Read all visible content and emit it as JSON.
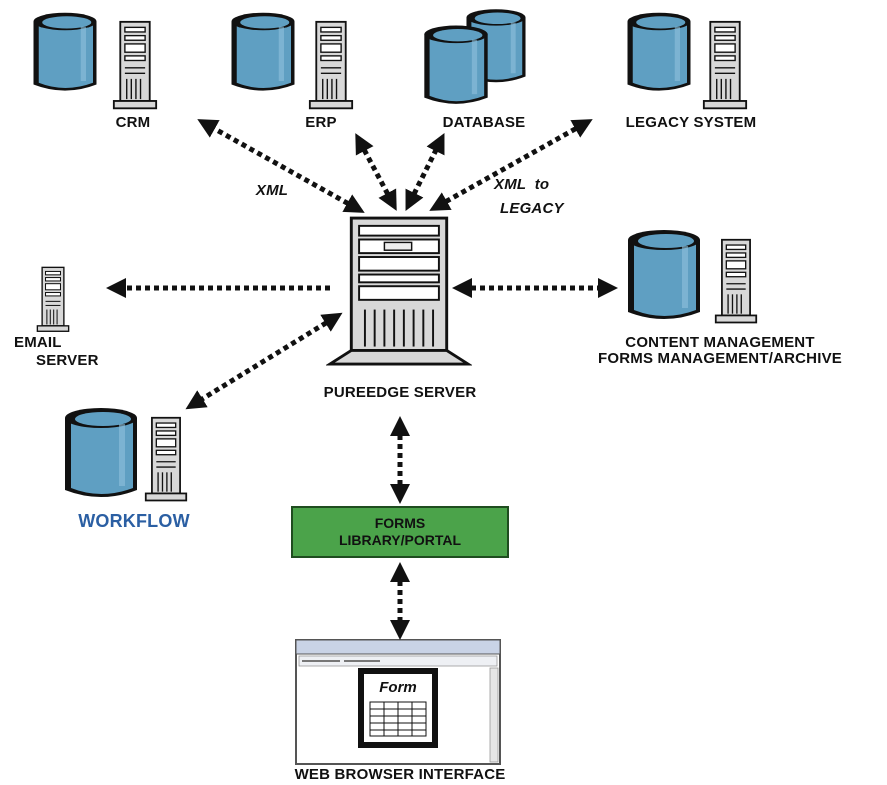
{
  "nodes": {
    "crm": "CRM",
    "erp": "ERP",
    "database": "DATABASE",
    "legacy": "LEGACY SYSTEM",
    "email": [
      "EMAIL",
      "SERVER"
    ],
    "content": [
      "CONTENT MANAGEMENT",
      "FORMS MANAGEMENT/ARCHIVE"
    ],
    "pureedge": "PUREEDGE SERVER",
    "workflow": "WORKFLOW",
    "forms": [
      "FORMS",
      "LIBRARY/PORTAL"
    ],
    "browser": "WEB BROWSER INTERFACE",
    "form_title": "Form"
  },
  "edge_labels": {
    "xml": "XML",
    "xml_to_legacy": [
      "XML  to",
      "LEGACY"
    ]
  },
  "colors": {
    "disk": "#5f9fc2",
    "forms_box": "#4ba34a",
    "workflow_text": "#2b5fa3"
  }
}
